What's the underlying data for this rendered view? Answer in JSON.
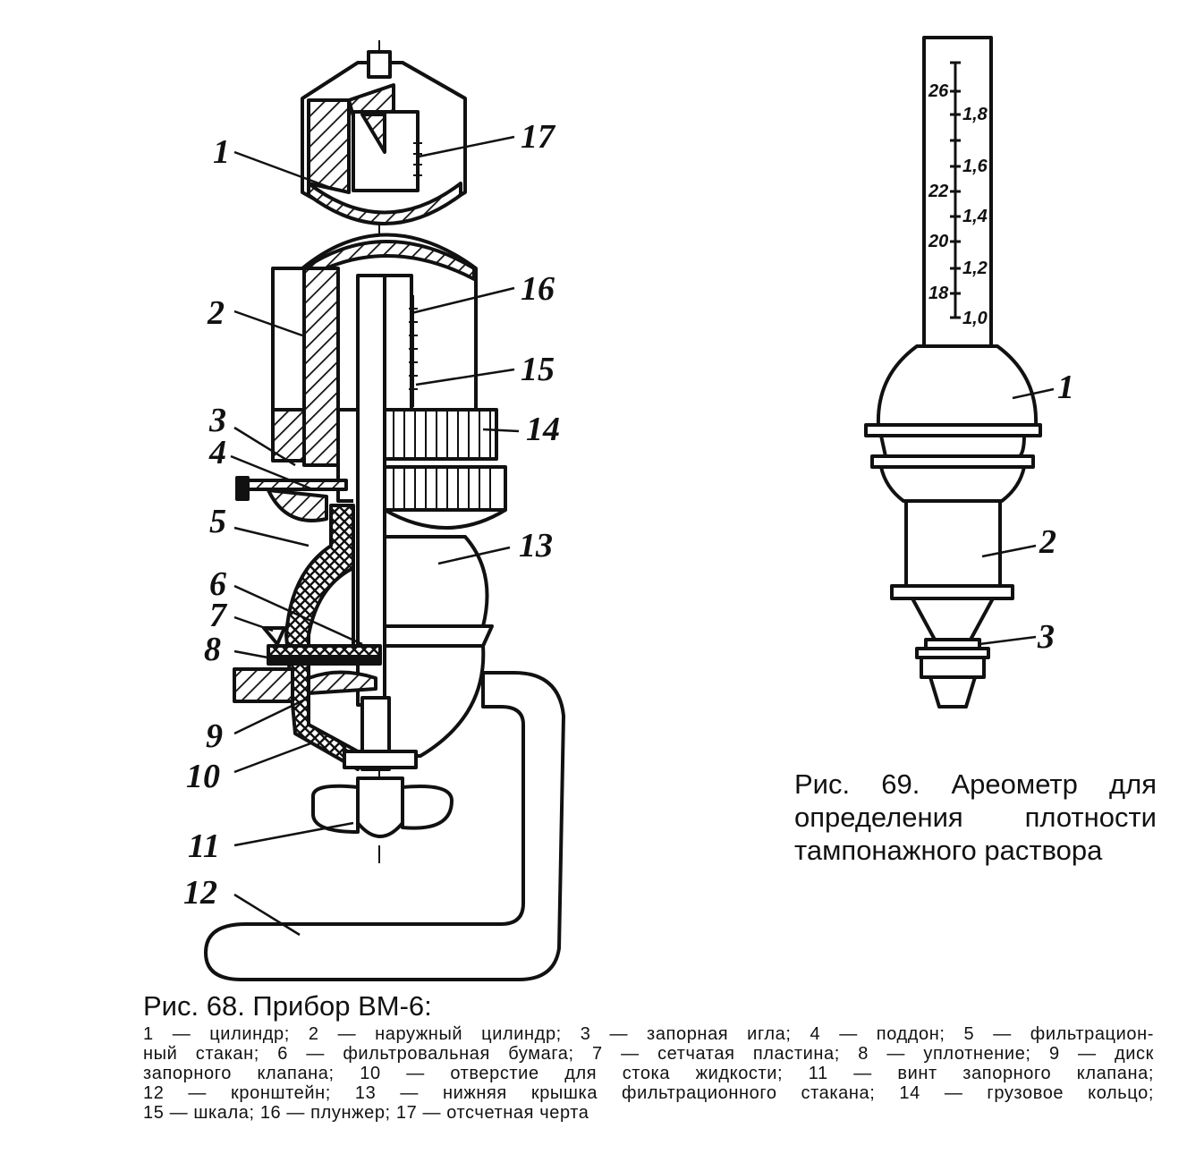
{
  "figure68": {
    "title": "Рис. 68. Прибор ВМ-6:",
    "legend_lines": [
      "1 — цилиндр; 2 — наружный цилиндр; 3 — запорная игла; 4 — поддон; 5 — фильтрацион-",
      "ный стакан; 6 — фильтровальная бумага; 7 — сетчатая пластина; 8 — уплотнение; 9 — диск",
      "запорного клапана; 10 — отверстие для стока жидкости; 11 — винт запорного клапана;",
      "12 — кронштейн; 13 — нижняя крышка фильтрационного стакана; 14 — грузовое кольцо;",
      "15 — шкала; 16 — плунжер; 17 — отсчетная черта"
    ],
    "labels": [
      "1",
      "2",
      "3",
      "4",
      "5",
      "6",
      "7",
      "8",
      "9",
      "10",
      "11",
      "12",
      "13",
      "14",
      "15",
      "16",
      "17"
    ]
  },
  "figure69": {
    "caption_lines": [
      "Рис. 69. Ареометр для",
      "определения плотности",
      "тампонажного раствора"
    ],
    "labels": [
      "1",
      "2",
      "3"
    ],
    "scale_left": [
      "26",
      "22",
      "20",
      "18"
    ],
    "scale_right": [
      "1,8",
      "1,6",
      "1,4",
      "1,2",
      "1,0"
    ]
  },
  "colors": {
    "ink": "#111111",
    "paper": "#ffffff"
  }
}
